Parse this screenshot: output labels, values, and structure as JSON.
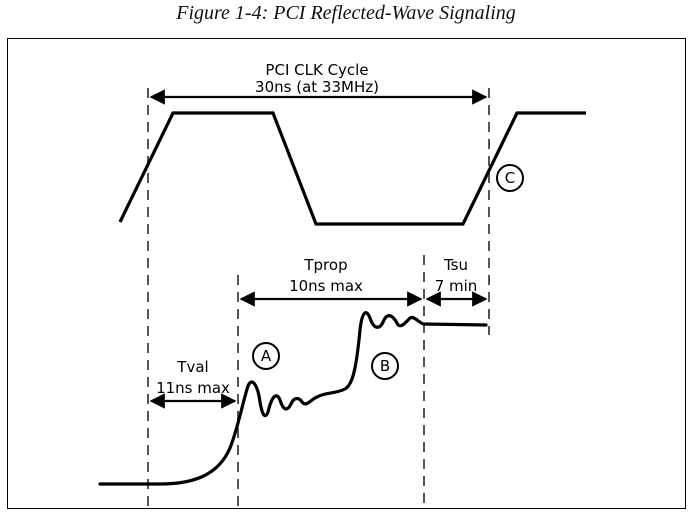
{
  "figure": {
    "caption": "Figure 1-4: PCI Reflected-Wave Signaling"
  },
  "annotations": {
    "clk_cycle": {
      "line1": "PCI CLK Cycle",
      "line2": "30ns (at 33MHz)"
    },
    "tprop": {
      "line1": "Tprop",
      "line2": "10ns max"
    },
    "tsu": {
      "line1": "Tsu",
      "line2": "7 min"
    },
    "tval": {
      "line1": "Tval",
      "line2": "11ns max"
    }
  },
  "markers": {
    "a": "A",
    "b": "B",
    "c": "C"
  },
  "colors": {
    "line": "#000000",
    "background": "#ffffff"
  }
}
